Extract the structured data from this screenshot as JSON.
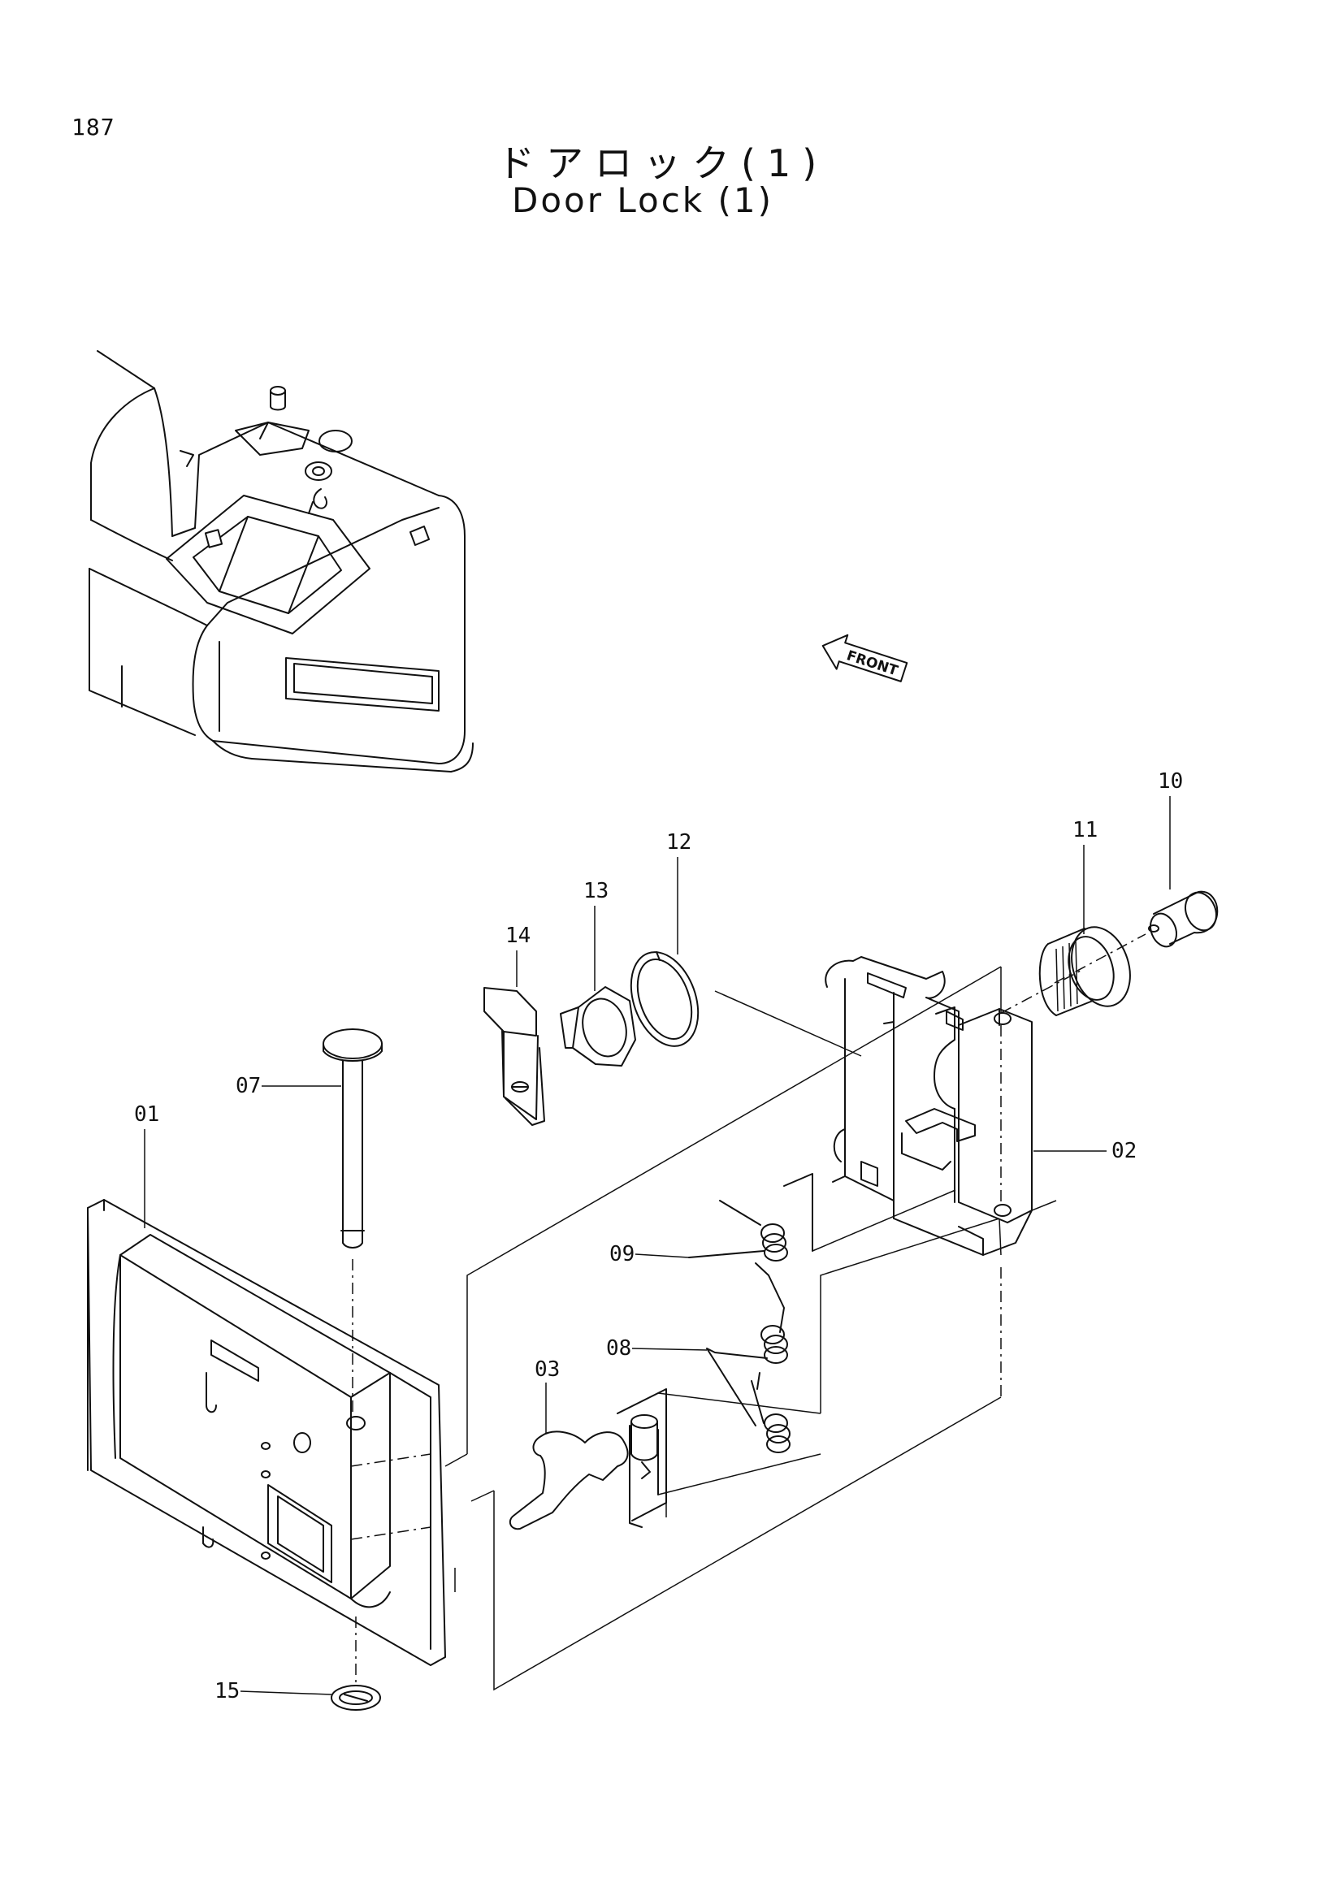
{
  "page_number": "187",
  "title_jp": "ドアロック(1)",
  "title_en": "Door Lock (1)",
  "front_label": "FRONT",
  "callouts": [
    {
      "id": "01"
    },
    {
      "id": "02"
    },
    {
      "id": "03"
    },
    {
      "id": "07"
    },
    {
      "id": "08"
    },
    {
      "id": "09"
    },
    {
      "id": "10"
    },
    {
      "id": "11"
    },
    {
      "id": "12"
    },
    {
      "id": "13"
    },
    {
      "id": "14"
    },
    {
      "id": "15"
    }
  ]
}
